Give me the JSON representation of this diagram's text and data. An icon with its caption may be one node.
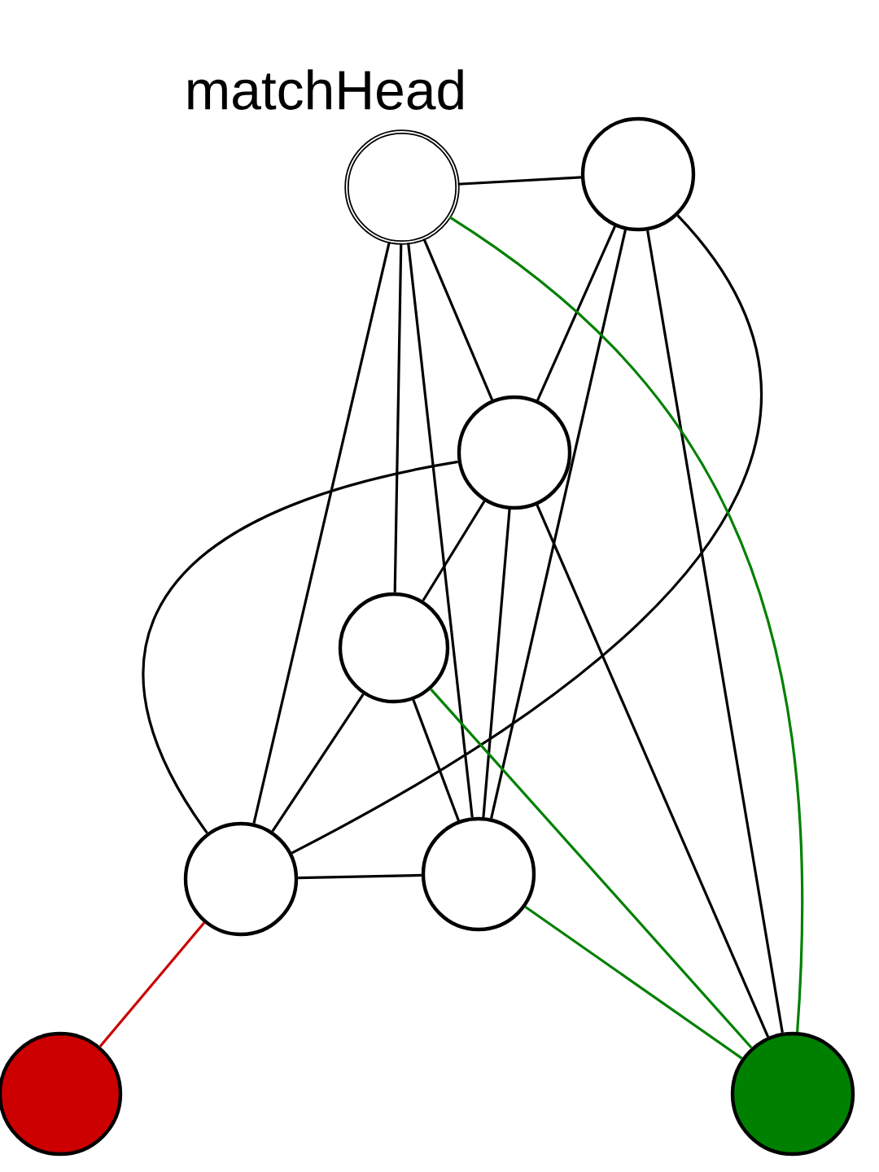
{
  "diagram": {
    "title": "matchHead",
    "nodes": [
      {
        "text": [],
        "shape": "circle"
      },
      {
        "text": [],
        "shape": "circle"
      },
      {
        "text": [],
        "shape": "circle"
      },
      {
        "text": [],
        "shape": "circle"
      },
      {
        "text": [],
        "shape": "circle"
      },
      {
        "text": [],
        "shape": "circle"
      },
      {
        "text": [],
        "shape": "circle"
      },
      {
        "text": [],
        "shape": "circle"
      }
    ],
    "edges": [
      {
        "from": 0,
        "to": 1,
        "arrow": "none"
      },
      {
        "from": 0,
        "to": 4,
        "arrow": "none"
      },
      {
        "from": 0,
        "to": 3,
        "arrow": "none"
      },
      {
        "from": 0,
        "to": 5,
        "arrow": "none"
      },
      {
        "from": 0,
        "to": 2,
        "arrow": "none"
      },
      {
        "from": 1,
        "to": 2,
        "arrow": "none"
      },
      {
        "from": 1,
        "to": 5,
        "arrow": "none"
      },
      {
        "from": 1,
        "to": 7,
        "arrow": "none"
      },
      {
        "from": 1,
        "to": 4,
        "arrow": "none"
      },
      {
        "from": 2,
        "to": 4,
        "arrow": "none"
      },
      {
        "from": 2,
        "to": 3,
        "arrow": "none"
      },
      {
        "from": 2,
        "to": 5,
        "arrow": "none"
      },
      {
        "from": 2,
        "to": 7,
        "arrow": "none"
      },
      {
        "from": 3,
        "to": 4,
        "arrow": "none"
      },
      {
        "from": 3,
        "to": 5,
        "arrow": "none"
      },
      {
        "from": 4,
        "to": 5,
        "arrow": "none"
      },
      {
        "from": 0,
        "to": 7,
        "arrow": "none",
        "color": "#008000"
      },
      {
        "from": 3,
        "to": 7,
        "arrow": "none",
        "color": "#008000"
      },
      {
        "from": 5,
        "to": 7,
        "arrow": "none",
        "color": "#008000"
      },
      {
        "from": 4,
        "to": 6,
        "arrow": "none",
        "color": "#cc0000"
      }
    ]
  }
}
